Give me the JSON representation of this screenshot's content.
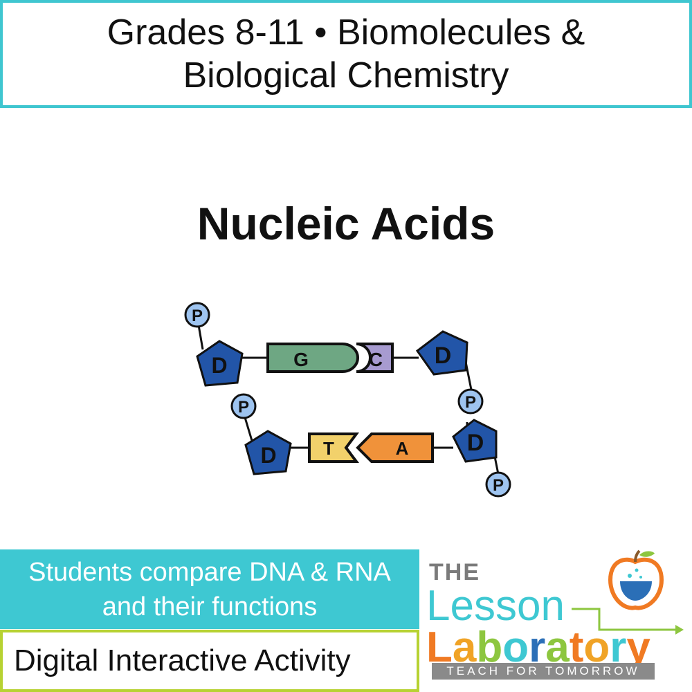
{
  "header": {
    "line1": "Grades 8-11 • Biomolecules &",
    "line2": "Biological Chemistry"
  },
  "title": "Nucleic Acids",
  "diagram": {
    "phosphate_label": "P",
    "sugar_label": "D",
    "bases": {
      "g": "G",
      "c": "C",
      "t": "T",
      "a": "A"
    },
    "colors": {
      "phosphate": "#9ec4f0",
      "sugar": "#2255a8",
      "g": "#6ea783",
      "c": "#a79bd0",
      "t": "#f2d16b",
      "a": "#f0923a"
    }
  },
  "banner": {
    "line1": "Students compare DNA & RNA",
    "line2": "and their functions"
  },
  "activity_label": "Digital Interactive Activity",
  "logo": {
    "the": "THE",
    "lesson": "Lesson",
    "laboratory_letters": [
      "L",
      "a",
      "b",
      "o",
      "r",
      "a",
      "t",
      "o",
      "r",
      "y"
    ],
    "laboratory_colors": [
      "#f07a23",
      "#f0a326",
      "#8dc63f",
      "#3ec8d2",
      "#2b6fb7",
      "#8dc63f",
      "#f07a23",
      "#f0a326",
      "#3ec8d2",
      "#f07a23"
    ],
    "tagline": "TEACH FOR TOMORROW"
  }
}
